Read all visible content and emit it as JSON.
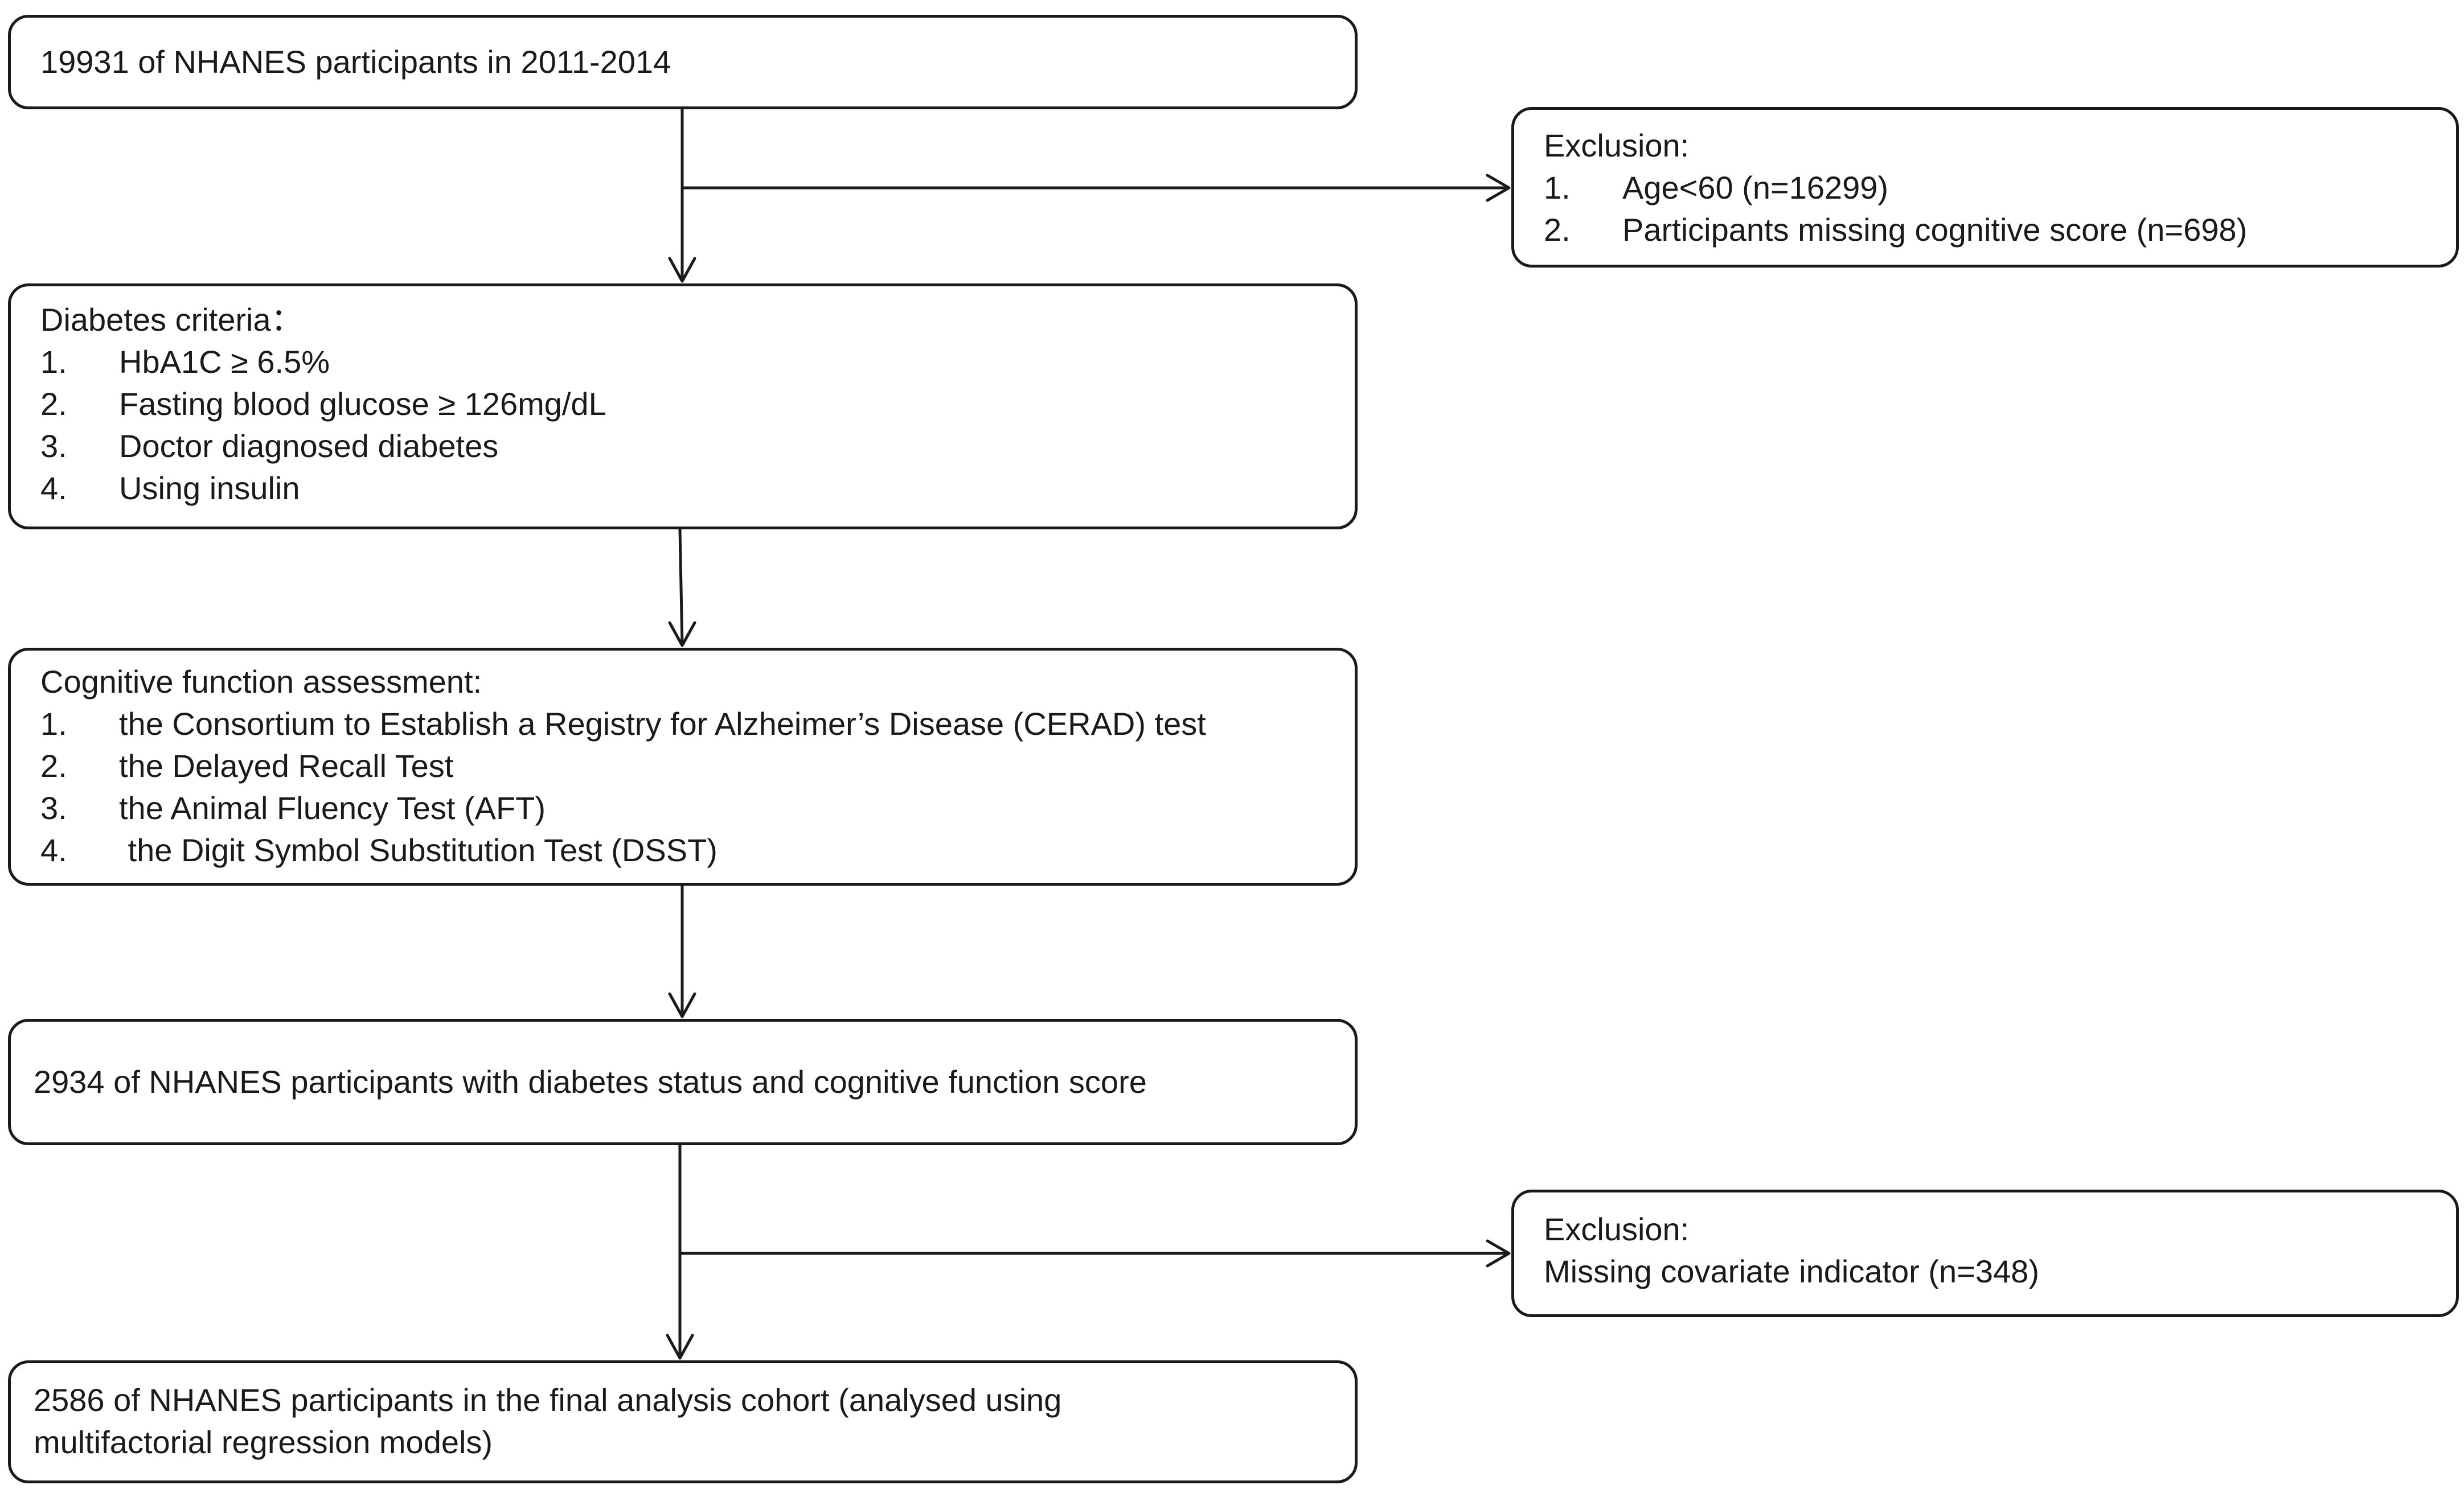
{
  "flowchart": {
    "start": {
      "text": "19931 of NHANES participants in 2011-2014"
    },
    "exclusion_1": {
      "title": "Exclusion:",
      "items": [
        {
          "num": "1.",
          "text": "Age<60 (n=16299)"
        },
        {
          "num": "2.",
          "text": "Participants missing cognitive score (n=698)"
        }
      ]
    },
    "diabetes": {
      "title": "Diabetes criteria：",
      "items": [
        {
          "num": "1.",
          "text": "HbA1C ≥ 6.5%"
        },
        {
          "num": "2.",
          "text": "Fasting blood glucose ≥ 126mg/dL"
        },
        {
          "num": "3.",
          "text": "Doctor diagnosed diabetes"
        },
        {
          "num": "4.",
          "text": "Using insulin"
        }
      ]
    },
    "cognitive": {
      "title": "Cognitive function assessment:",
      "items": [
        {
          "num": "1.",
          "text": "the Consortium to Establish a Registry for Alzheimer’s Disease (CERAD) test"
        },
        {
          "num": "2.",
          "text": "the Delayed Recall Test"
        },
        {
          "num": "3.",
          "text": "the Animal Fluency Test (AFT)"
        },
        {
          "num": "4.",
          "text": " the Digit Symbol Substitution Test (DSST)"
        }
      ]
    },
    "with_status": {
      "text": "2934 of NHANES participants with diabetes status and cognitive function score"
    },
    "exclusion_2": {
      "title": "Exclusion:",
      "text": "Missing covariate indicator (n=348)"
    },
    "final": {
      "line1": "2586 of NHANES participants in the final analysis cohort (analysed using",
      "line2": "multifactorial regression models)"
    }
  }
}
